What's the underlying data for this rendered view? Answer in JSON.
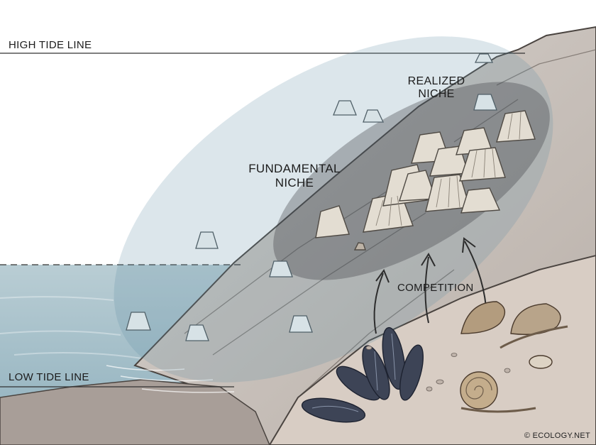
{
  "labels": {
    "high_tide": "HIGH TIDE LINE",
    "low_tide": "LOW TIDE LINE",
    "fundamental_line1": "FUNDAMENTAL",
    "fundamental_line2": "NICHE",
    "realized_line1": "REALIZED",
    "realized_line2": "NICHE",
    "competition": "COMPETITION",
    "copyright": "© ECOLOGY.NET"
  },
  "colors": {
    "sea": "#a9c1cb",
    "rock": "#c9c2bd",
    "rock_dark": "#9b928c",
    "shore": "#d9cec6",
    "fundamental_niche": "#5f8ea3",
    "realized_niche": "#3b3b40",
    "barnacle": "#e3ddd2",
    "mussel": "#3d4456",
    "snail": "#b39c7e"
  },
  "icons": {
    "barnacle": "barnacle-icon",
    "mussel": "mussel-icon",
    "snail": "snail-icon",
    "arrow": "arrow-up-icon"
  }
}
